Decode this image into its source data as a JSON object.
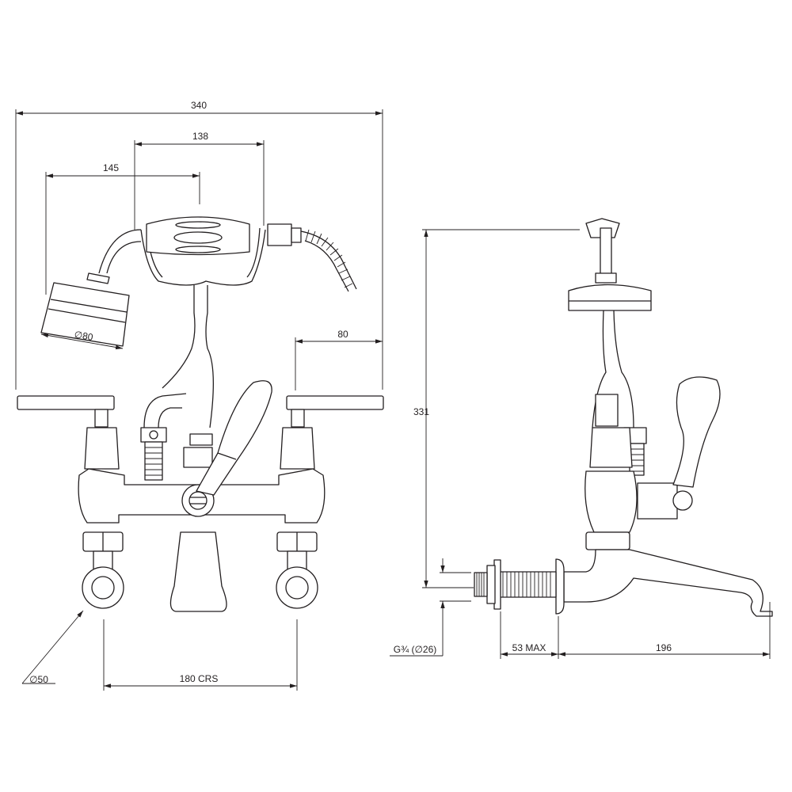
{
  "drawing": {
    "front_view": {
      "overall_width": "340",
      "handset_span": "138",
      "handset_offset": "145",
      "shower_diameter": "∅80",
      "lever_reach": "80",
      "inlet_diameter": "∅50",
      "centres": "180 CRS"
    },
    "side_view": {
      "overall_height": "331",
      "thread": "G¾ (∅26)",
      "wall_depth": "53 MAX",
      "spout_projection": "196"
    }
  }
}
